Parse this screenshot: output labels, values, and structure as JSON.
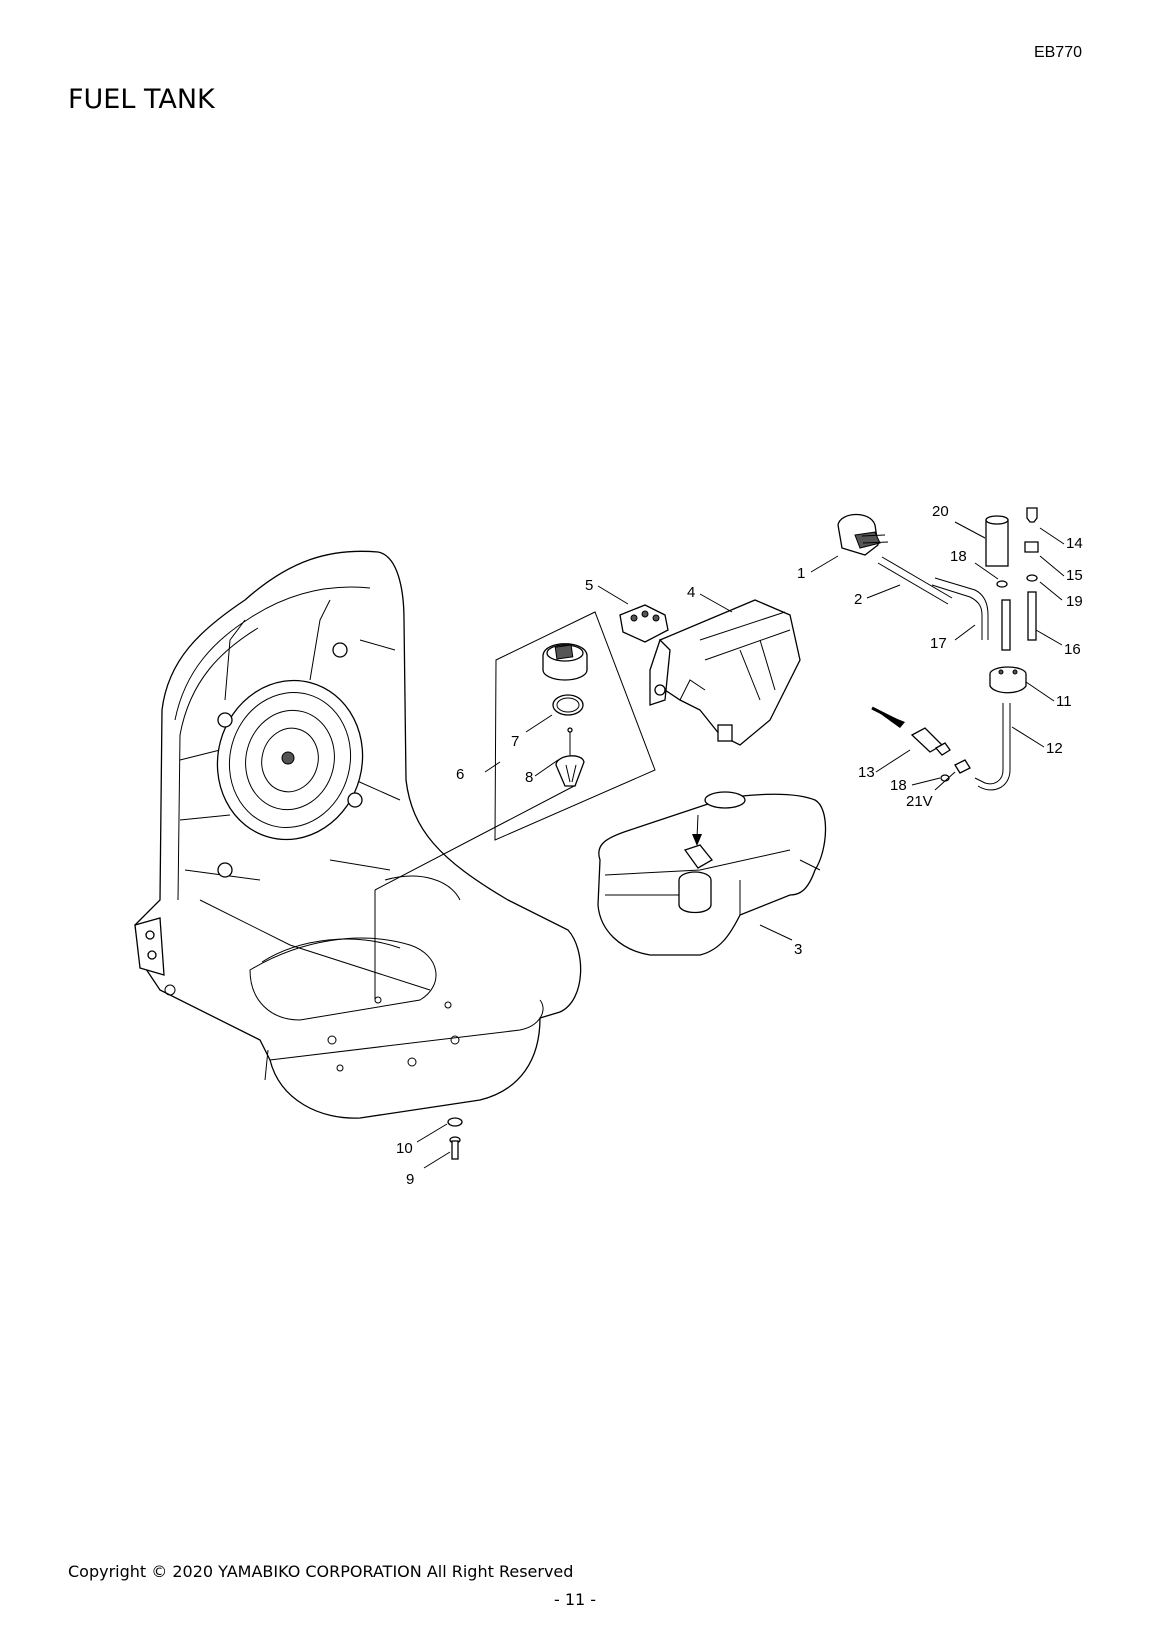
{
  "header": {
    "model_code": "EB770",
    "section_title": "FUEL TANK"
  },
  "footer": {
    "copyright": "Copyright © 2020 YAMABIKO CORPORATION All Right Reserved",
    "page_number": "- 11 -"
  },
  "callouts": {
    "c1": "1",
    "c2": "2",
    "c3": "3",
    "c4": "4",
    "c5": "5",
    "c6": "6",
    "c7": "7",
    "c8": "8",
    "c9": "9",
    "c10": "10",
    "c11": "11",
    "c12": "12",
    "c13": "13",
    "c14": "14",
    "c15": "15",
    "c16": "16",
    "c17": "17",
    "c18a": "18",
    "c18b": "18",
    "c19": "19",
    "c20": "20",
    "c21v": "21V"
  }
}
